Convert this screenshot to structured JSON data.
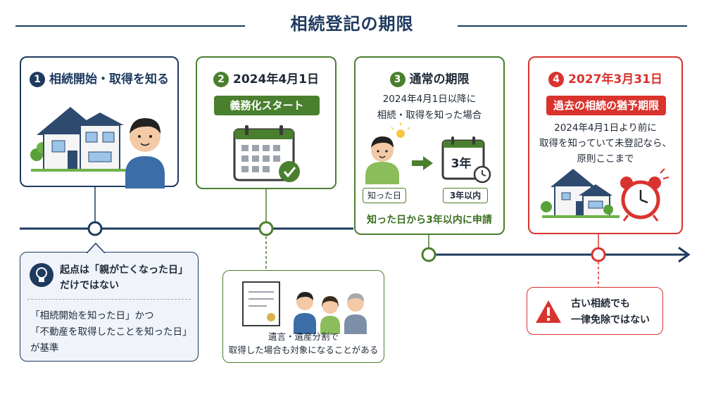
{
  "title": "相続登記の期限",
  "steps": [
    {
      "num": "1",
      "title": "相続開始・取得を知る"
    },
    {
      "num": "2",
      "title": "2024年4月1日",
      "badge": "義務化スタート"
    },
    {
      "num": "3",
      "title": "通常の期限",
      "desc": [
        "2024年4月1日以降に",
        "相続・取得を知った場合"
      ],
      "tag_left": "知った日",
      "calendar_text": "3年",
      "tag_right": "3年以内",
      "footer": "知った日から3年以内に申請"
    },
    {
      "num": "4",
      "title": "2027年3月31日",
      "badge": "過去の相続の猶予期限",
      "desc": [
        "2024年4月1日より前に",
        "取得を知っていて未登記なら、",
        "原則ここまで"
      ]
    }
  ],
  "notes": {
    "origin": {
      "lead": [
        "起点は「親が亡くなった日」",
        "だけではない"
      ],
      "body": [
        "「相続開始を知った日」かつ",
        "「不動産を取得したことを知った日」",
        "が基準"
      ]
    },
    "will": {
      "lines": [
        "遺言・遺産分割で",
        "取得した場合も対象になることがある"
      ]
    },
    "warning": {
      "lines": [
        "古い相続でも",
        "一律免除ではない"
      ]
    }
  },
  "colors": {
    "navy": "#1e3a5f",
    "green": "#4a7f2e",
    "red": "#d9332e"
  }
}
